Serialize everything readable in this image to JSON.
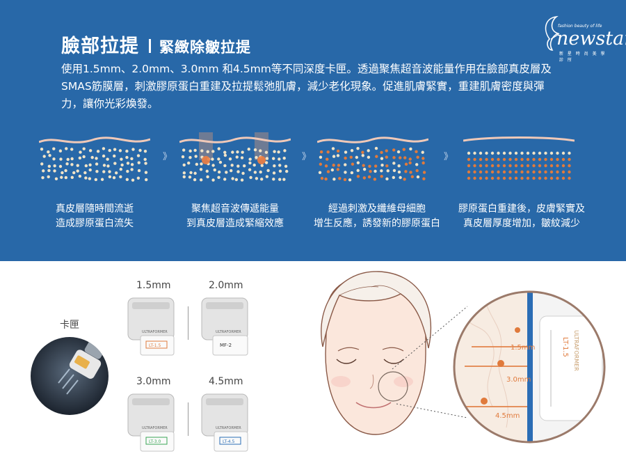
{
  "header": {
    "title_main": "臉部拉提",
    "title_sub": "緊緻除皺拉提",
    "description": "使用1.5mm、2.0mm、3.0mm 和4.5mm等不同深度卡匣。透過聚焦超音波能量作用在臉部真皮層及SMAS筋膜層，刺激膠原蛋白重建及拉提鬆弛肌膚，減少老化現象。促進肌膚緊實，重建肌膚密度與彈力，讓你光彩煥發。"
  },
  "logo": {
    "tagline": "fashion beauty of life",
    "word": "newstar",
    "cn": "新 星 時 尚 美 學 診 所"
  },
  "stages": [
    {
      "line1": "真皮層隨時間流逝",
      "line2": "造成膠原蛋白流失"
    },
    {
      "line1": "聚焦超音波傳遞能量",
      "line2": "到真皮層造成緊縮效應"
    },
    {
      "line1": "經過刺激及纖維母細胞",
      "line2": "增生反應，誘發新的膠原蛋白"
    },
    {
      "line1": "膠原蛋白重建後，皮膚緊實及",
      "line2": "真皮層厚度增加，皺紋減少"
    }
  ],
  "arrow_glyph": "》",
  "cartridge_label": "卡匣",
  "cartridges": [
    {
      "depth": "1.5mm",
      "code": "LT-1.5"
    },
    {
      "depth": "2.0mm",
      "code": "MF-2"
    },
    {
      "depth": "3.0mm",
      "code": "LT-3.0"
    },
    {
      "depth": "4.5mm",
      "code": "LT-4.5"
    }
  ],
  "device_brand": "ULTRAFORMER",
  "zoom": {
    "depths": [
      "1.5mm",
      "3.0mm",
      "4.5mm"
    ],
    "code": "LT-1.5",
    "brand": "ULTRAFORMER"
  },
  "colors": {
    "banner": "#2868a8",
    "dot_orange": "#e07a3c",
    "dot_white": "#f1e4c8",
    "skin_line": "#f0c9b8",
    "zoom_ring": "#9b7a6a"
  }
}
